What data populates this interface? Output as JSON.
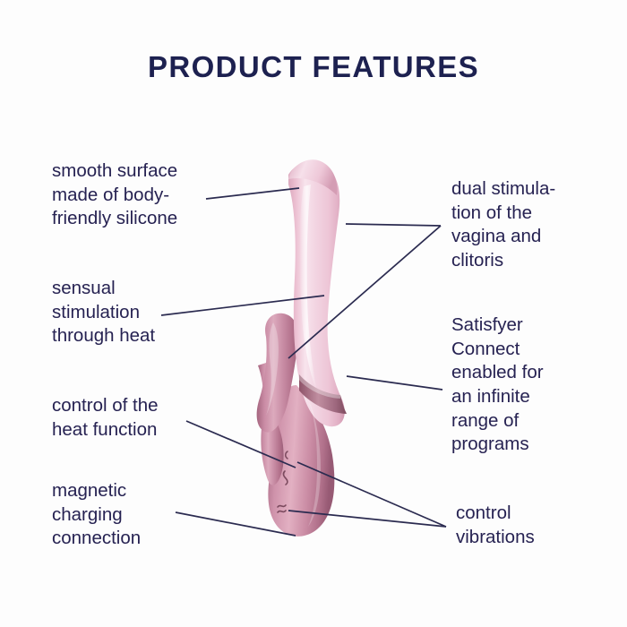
{
  "page": {
    "title": "PRODUCT FEATURES",
    "background_color": "#fdfdfd",
    "text_color": "#262252",
    "title_color": "#1d2150",
    "leader_line_color": "#2b2b50"
  },
  "product": {
    "name": "rabbit vibrator",
    "shaft_color_light": "#eec4d2",
    "shaft_color_highlight": "#f7e0e8",
    "arm_color_dark": "#b2708a",
    "arm_color_mid": "#c98aa3",
    "ring_color": "#9d6478",
    "button_icon_heat": "heat-button-icon",
    "button_icon_vibration": "vibration-button-icon"
  },
  "callouts": {
    "left": [
      {
        "id": "smooth",
        "text": "smooth surface\nmade of body-\nfriendly silicone"
      },
      {
        "id": "sensual",
        "text": "sensual\nstimulation\nthrough heat"
      },
      {
        "id": "heatctl",
        "text": "control of the\nheat function"
      },
      {
        "id": "magnetic",
        "text": "magnetic\ncharging\nconnection"
      }
    ],
    "right": [
      {
        "id": "dual",
        "text": "dual stimula-\ntion of the\nvagina and\nclitoris"
      },
      {
        "id": "connect",
        "text": "Satisfyer\nConnect\nenabled for\nan infinite\nrange of\nprograms"
      },
      {
        "id": "vibr",
        "text": "control\nvibrations"
      }
    ]
  }
}
